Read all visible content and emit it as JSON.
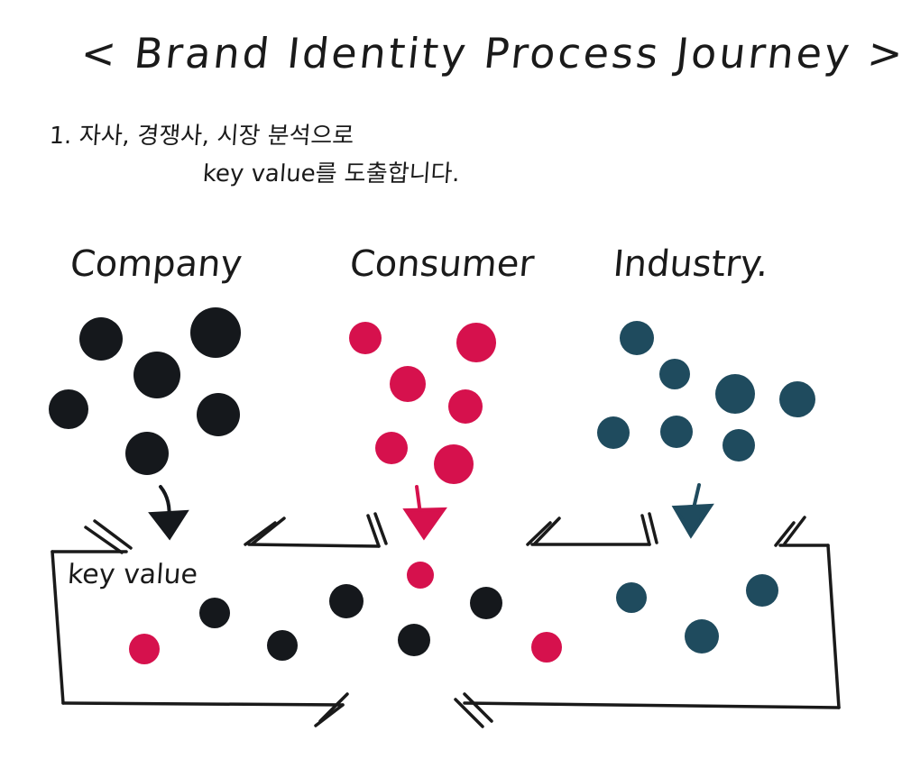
{
  "title": "< Brand Identity Process Journey >",
  "note": {
    "line1": "1. 자사, 경쟁사, 시장 분석으로",
    "line2": "key value를 도출합니다."
  },
  "columns": {
    "company": "Company",
    "consumer": "Consumer",
    "industry": "Industry."
  },
  "key_label": "key value",
  "colors": {
    "company": "#15181c",
    "consumer": "#d6114d",
    "industry": "#1f4b5e",
    "ink": "#1a1a1a"
  }
}
